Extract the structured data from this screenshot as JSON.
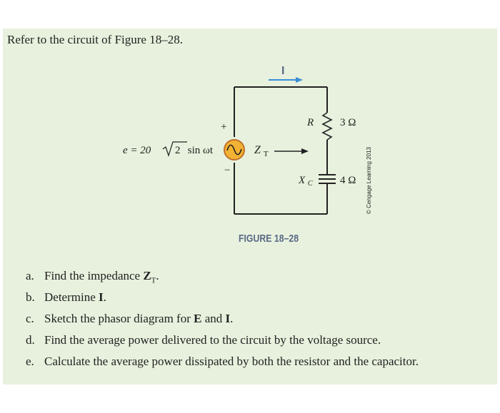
{
  "prompt": "Refer to the circuit of Figure 18–28.",
  "figure": {
    "current_label": "I",
    "source_plus": "+",
    "source_minus": "−",
    "source_eq_lhs": "e = 20",
    "source_eq_radicand": "2",
    "source_eq_rhs": " sin ωt",
    "zt_label": "Z",
    "zt_sub": "T",
    "r_label": "R",
    "r_value": "3 Ω",
    "xc_label": "X",
    "xc_sub": "C",
    "xc_value": "4 Ω",
    "caption": "FIGURE 18–28",
    "credit": "© Cengage Learning 2013"
  },
  "questions": [
    {
      "letter": "a.",
      "pre": "Find the impedance ",
      "bold": "Z",
      "sub": "T",
      "post": "."
    },
    {
      "letter": "b.",
      "pre": "Determine ",
      "bold": "I",
      "sub": "",
      "post": "."
    },
    {
      "letter": "c.",
      "pre": "Sketch the phasor diagram for ",
      "bold": "E",
      "sub": "",
      "post": " and ",
      "bold2": "I",
      "post2": "."
    },
    {
      "letter": "d.",
      "pre": "Find the average power delivered to the circuit by the voltage source.",
      "bold": "",
      "sub": "",
      "post": ""
    },
    {
      "letter": "e.",
      "pre": "Calculate the average power dissipated by both the resistor and the capacitor.",
      "bold": "",
      "sub": "",
      "post": ""
    }
  ],
  "colors": {
    "panel": "#e7f1dd",
    "wire": "#222222",
    "source_fill": "#f2b233",
    "source_stroke": "#c0712a",
    "arrow_blue": "#3a8fd8",
    "caption": "#5a6a86"
  },
  "icons": [
    "ac-source-icon",
    "resistor-icon",
    "capacitor-icon",
    "current-arrow-icon"
  ]
}
